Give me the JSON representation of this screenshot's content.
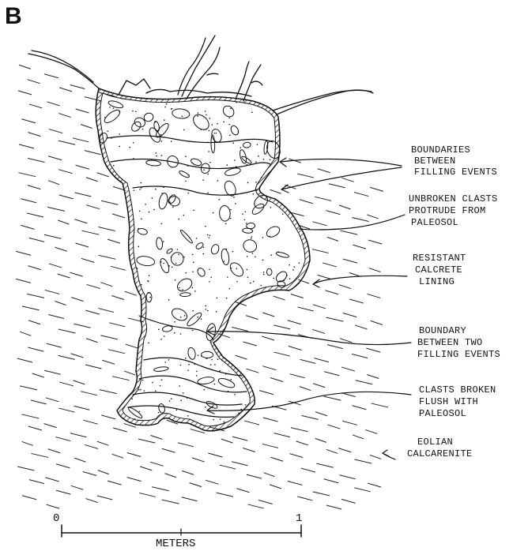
{
  "figure": {
    "panel_label": "B",
    "annotations": [
      {
        "id": "boundaries",
        "lines": [
          "BOUNDARIES",
          "BETWEEN",
          "FILLING EVENTS"
        ]
      },
      {
        "id": "unbroken",
        "lines": [
          "UNBROKEN CLASTS",
          "PROTRUDE FROM",
          "PALEOSOL"
        ]
      },
      {
        "id": "lining",
        "lines": [
          "RESISTANT",
          "CALCRETE",
          "LINING"
        ]
      },
      {
        "id": "boundary-two",
        "lines": [
          "BOUNDARY",
          "BETWEEN TWO",
          "FILLING EVENTS"
        ]
      },
      {
        "id": "broken",
        "lines": [
          "CLASTS BROKEN",
          "FLUSH WITH",
          "PALEOSOL"
        ]
      },
      {
        "id": "eolian",
        "lines": [
          "EOLIAN",
          "CALCARENITE"
        ]
      }
    ],
    "scale_bar": {
      "start": "0",
      "end": "1",
      "unit": "METERS"
    }
  }
}
